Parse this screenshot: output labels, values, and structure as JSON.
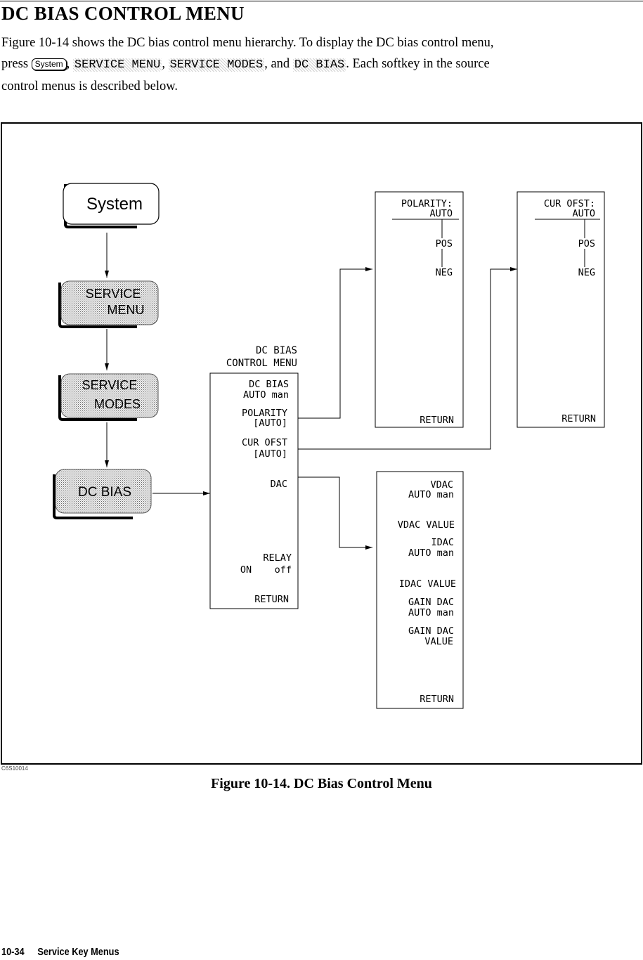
{
  "page": {
    "title": "DC BIAS CONTROL MENU",
    "intro": {
      "line1": "Figure 10-14 shows the DC bias control menu hierarchy. To display the DC bias control menu,",
      "press": "press",
      "key_system": "System",
      "sep1": ",",
      "key_service_menu": "SERVICE MENU",
      "sep2": ",",
      "key_service_modes": "SERVICE MODES",
      "and": ", and",
      "key_dc_bias": "DC BIAS",
      "line2_end": ". Each softkey in the source",
      "line3": "control menus is described below."
    },
    "figure_code": "C6S10014",
    "caption": "Figure 10-14. DC Bias Control Menu",
    "footer": {
      "page_number": "10-34",
      "section": "Service Key Menus"
    }
  },
  "diagram": {
    "keys": {
      "system": "System",
      "service_menu": [
        "SERVICE",
        "MENU"
      ],
      "service_modes": [
        "SERVICE",
        "MODES"
      ],
      "dc_bias": "DC BIAS"
    },
    "dc_bias_menu": {
      "title": [
        "DC BIAS",
        "CONTROL MENU"
      ],
      "items": [
        [
          "DC BIAS",
          "AUTO man"
        ],
        [
          "POLARITY",
          "[AUTO]"
        ],
        [
          "CUR OFST",
          "[AUTO]"
        ],
        [
          "DAC"
        ],
        [
          "RELAY",
          "ON    off"
        ],
        [
          "RETURN"
        ]
      ]
    },
    "polarity_menu": {
      "title": [
        "POLARITY:",
        "AUTO"
      ],
      "options": [
        "POS",
        "NEG"
      ],
      "return": "RETURN"
    },
    "cur_ofst_menu": {
      "title": [
        "CUR OFST:",
        "AUTO"
      ],
      "options": [
        "POS",
        "NEG"
      ],
      "return": "RETURN"
    },
    "dac_menu": {
      "items": [
        [
          "VDAC",
          "AUTO man"
        ],
        [
          "VDAC VALUE"
        ],
        [
          "IDAC",
          "AUTO man"
        ],
        [
          "IDAC VALUE"
        ],
        [
          "GAIN DAC",
          "AUTO man"
        ],
        [
          "GAIN DAC",
          "VALUE"
        ],
        [
          "RETURN"
        ]
      ]
    }
  }
}
